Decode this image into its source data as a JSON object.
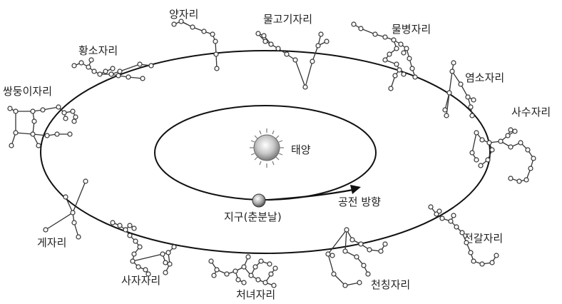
{
  "sun_label": "태양",
  "earth_label": "지구(춘분날)",
  "direction_label": "공전 방향",
  "constellations": [
    {
      "key": "aries",
      "name": "양자리"
    },
    {
      "key": "pisces",
      "name": "물고기자리"
    },
    {
      "key": "aquarius",
      "name": "물병자리"
    },
    {
      "key": "capricorn",
      "name": "염소자리"
    },
    {
      "key": "sagittarius",
      "name": "사수자리"
    },
    {
      "key": "scorpio",
      "name": "전갈자리"
    },
    {
      "key": "libra",
      "name": "천칭자리"
    },
    {
      "key": "virgo",
      "name": "처녀자리"
    },
    {
      "key": "leo",
      "name": "사자자리"
    },
    {
      "key": "cancer",
      "name": "게자리"
    },
    {
      "key": "gemini",
      "name": "쌍둥이자리"
    },
    {
      "key": "taurus",
      "name": "황소자리"
    }
  ]
}
